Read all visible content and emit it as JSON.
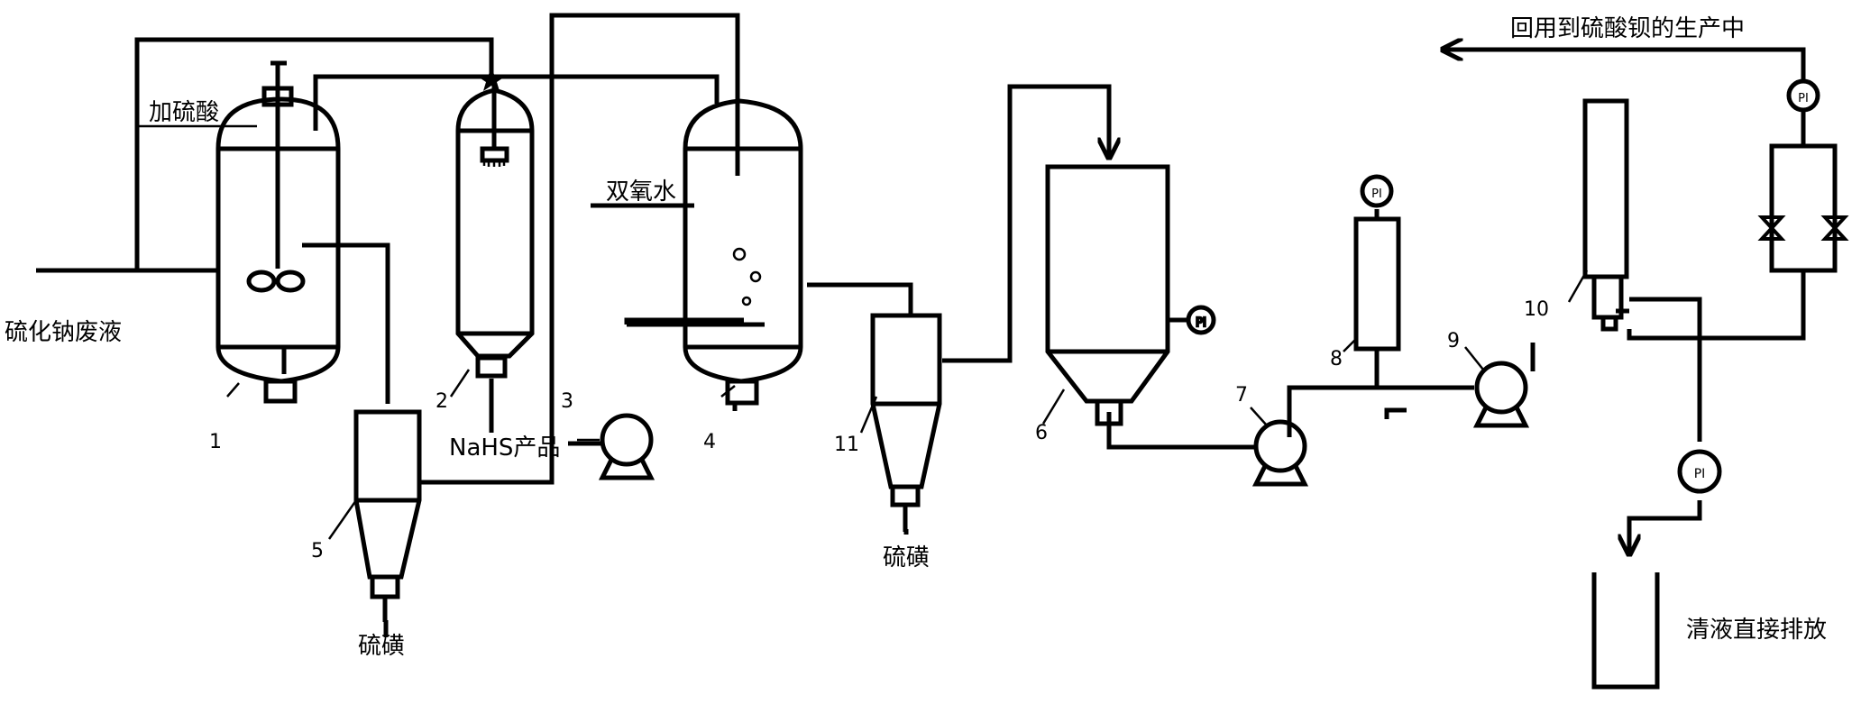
{
  "labels": {
    "feed": "硫化钠废液",
    "acid": "加硫酸",
    "peroxide": "双氧水",
    "nahs_product": "NaHS产品",
    "sulfur_5": "硫磺",
    "sulfur_11": "硫磺",
    "recycle": "回用到硫酸钡的生产中",
    "discharge": "清液直接排放"
  },
  "equipment_numbers": {
    "e1": "1",
    "e2": "2",
    "e3": "3",
    "e4": "4",
    "e5": "5",
    "e6": "6",
    "e7": "7",
    "e8": "8",
    "e9": "9",
    "e10": "10",
    "e11": "11"
  },
  "gauge_symbol": "PI"
}
